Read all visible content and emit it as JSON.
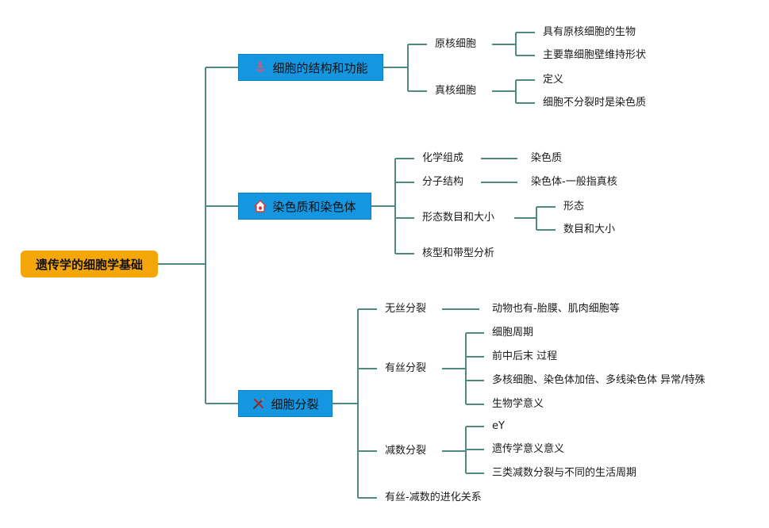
{
  "root": {
    "label": "遗传学的细胞学基础"
  },
  "branches": {
    "cell": {
      "label": "细胞的结构和功能",
      "icon": "anchor-icon",
      "children": {
        "prokaryote": {
          "label": "原核细胞",
          "children": [
            "具有原核细胞的生物",
            "主要靠细胞壁维持形状"
          ]
        },
        "eukaryote": {
          "label": "真核细胞",
          "children": [
            "定义",
            "细胞不分裂时是染色质"
          ]
        }
      }
    },
    "chromatin": {
      "label": "染色质和染色体",
      "icon": "home-icon",
      "children": {
        "chem": {
          "label": "化学组成",
          "child": "染色质"
        },
        "molecular": {
          "label": "分子结构",
          "child": "染色体-一般指真核"
        },
        "morph": {
          "label": "形态数目和大小",
          "children": [
            "形态",
            "数目和大小"
          ]
        },
        "karyotype": {
          "label": "核型和带型分析"
        }
      }
    },
    "division": {
      "label": "细胞分裂",
      "icon": "tools-icon",
      "children": {
        "amitosis": {
          "label": "无丝分裂",
          "child": "动物也有-胎膜、肌肉细胞等"
        },
        "mitosis": {
          "label": "有丝分裂",
          "children": [
            "细胞周期",
            "前中后末 过程",
            "多核细胞、染色体加倍、多线染色体 异常/特殊",
            "生物学意义"
          ]
        },
        "meiosis": {
          "label": "减数分裂",
          "children": [
            "eY",
            "遗传学意义意义",
            "三类减数分裂与不同的生活周期"
          ]
        },
        "evolution": {
          "label": "有丝-减数的进化关系"
        }
      }
    }
  },
  "colors": {
    "connector": "#4f8a80",
    "root_fill": "#f5a60a",
    "branch_fill": "#1596e0"
  }
}
